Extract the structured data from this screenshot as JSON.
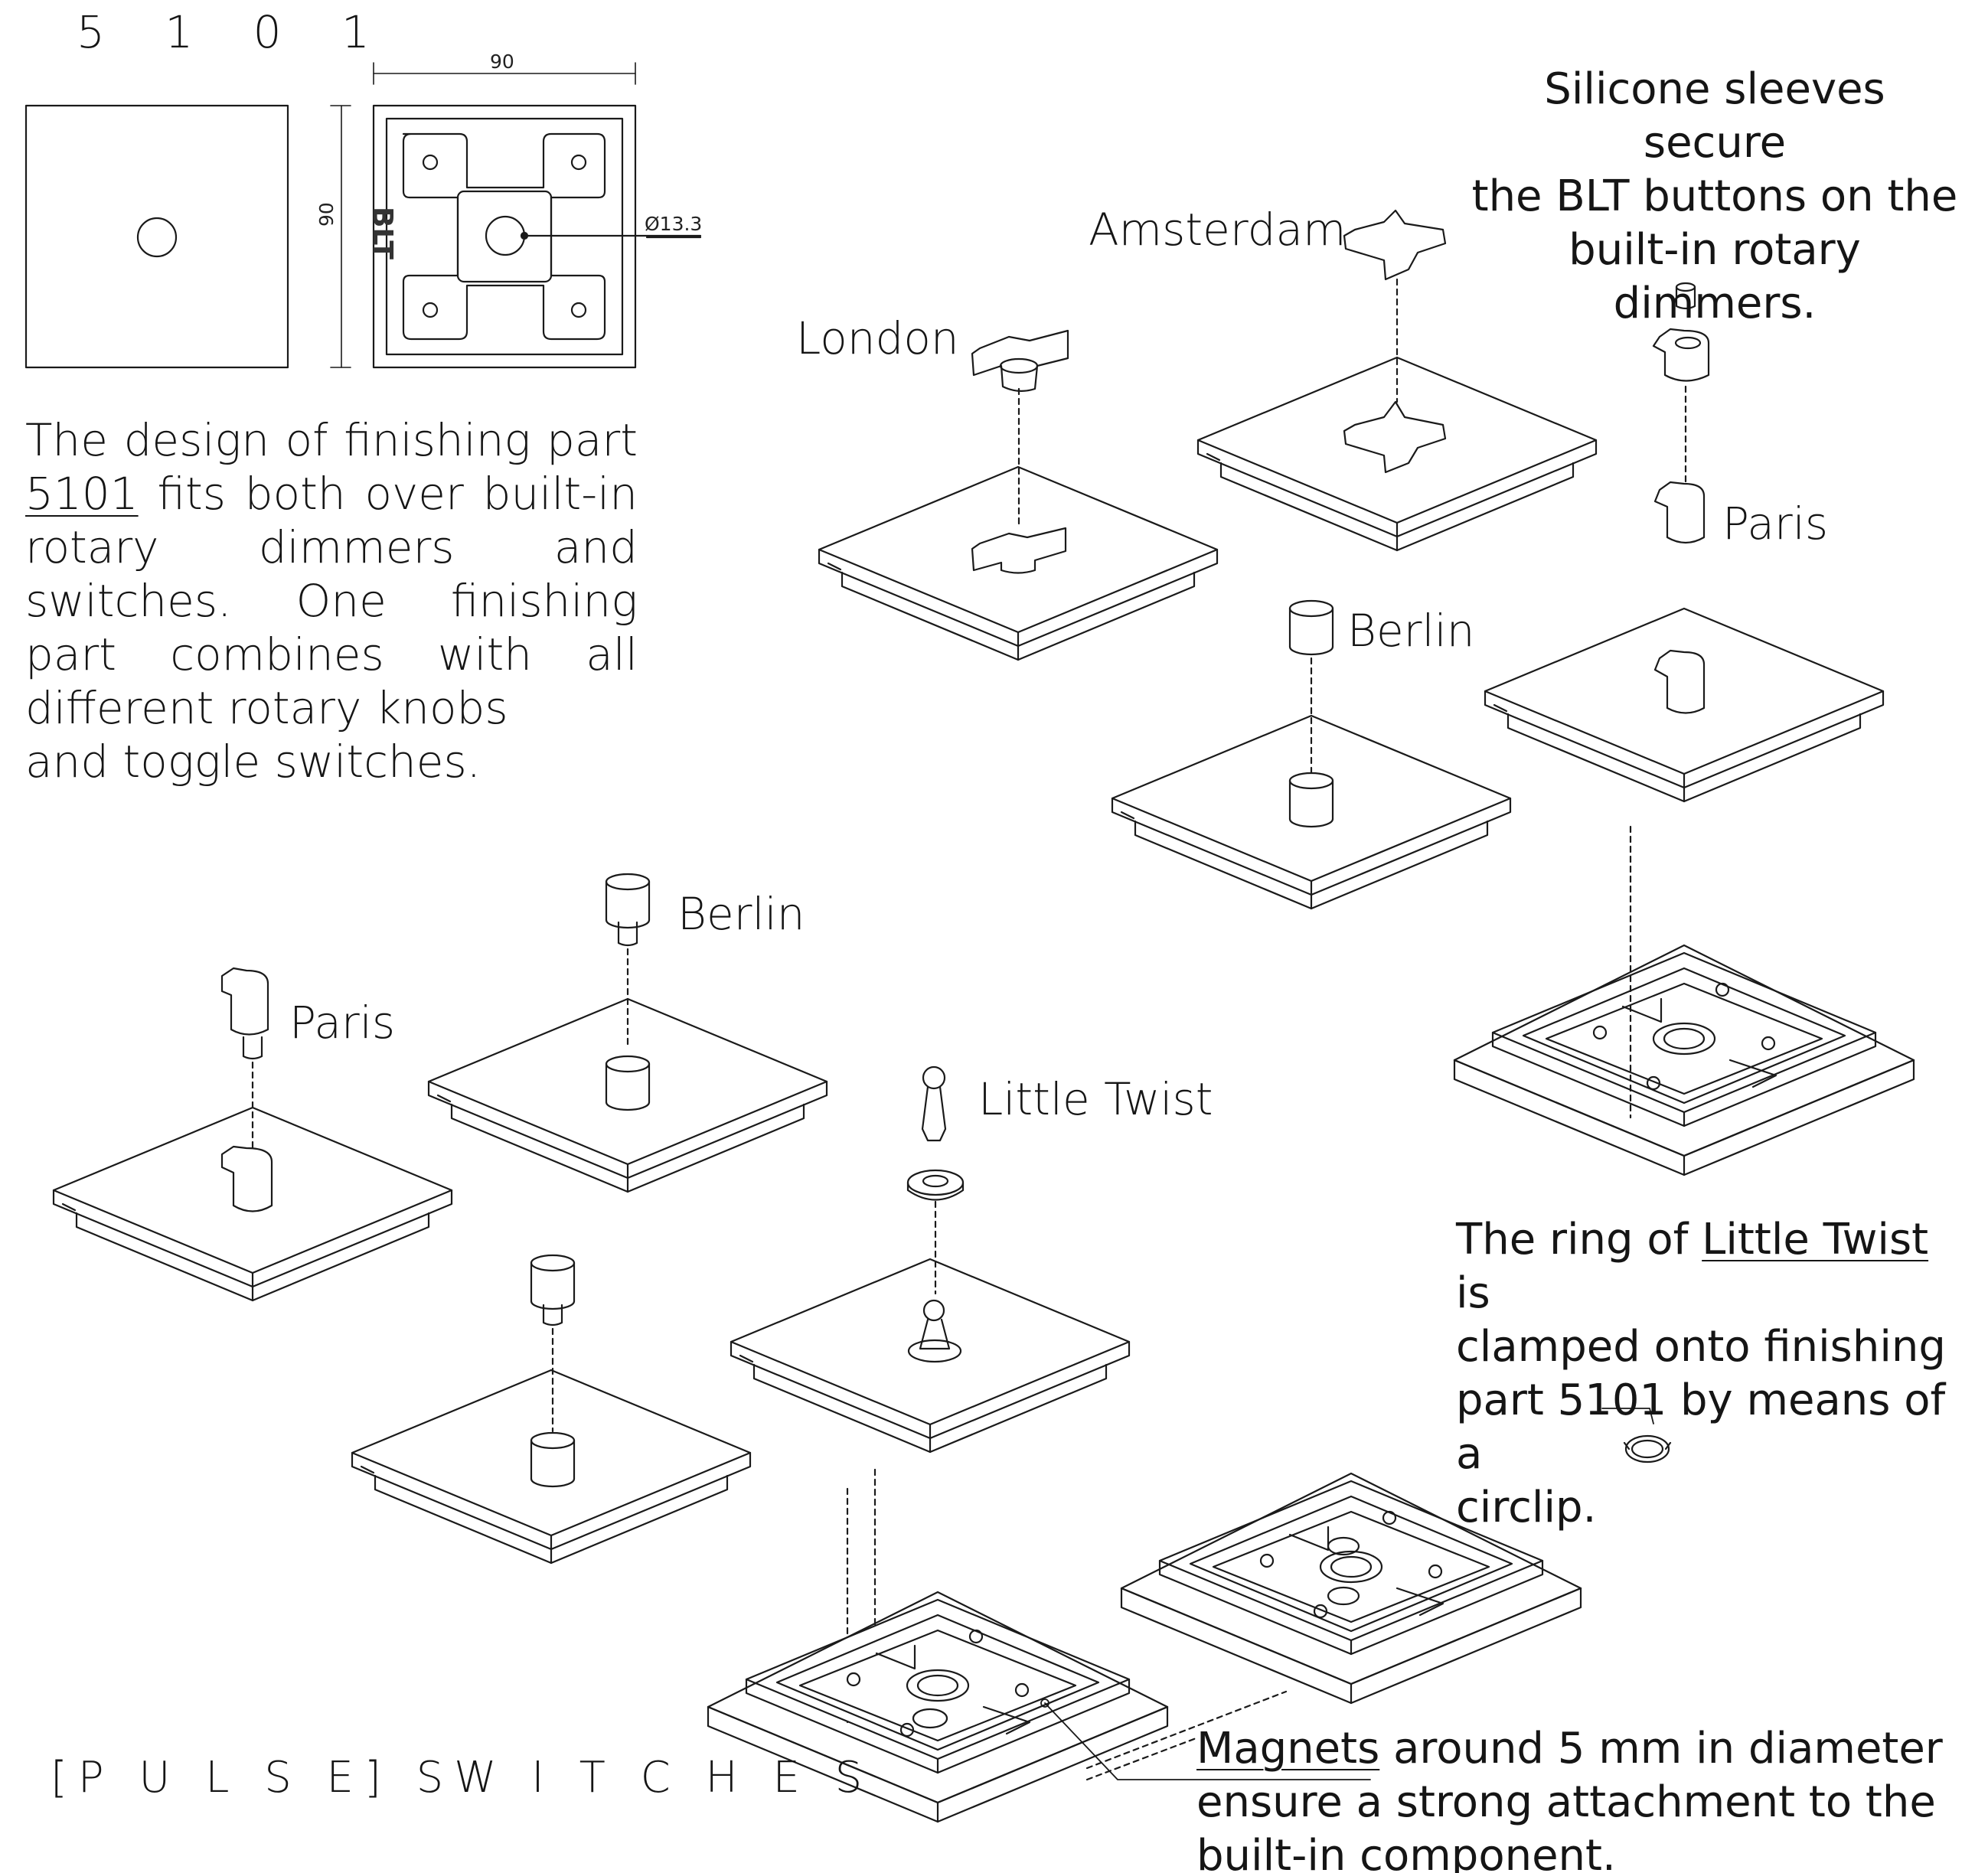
{
  "title": "5 1 0 1",
  "dimensions": {
    "width": "90",
    "height": "90",
    "diameter": "Ø13.3",
    "logo": "BLT"
  },
  "description": {
    "part1": "The design of finishing part",
    "part_link": "5101",
    "part2": "fits both over built-in rotary dimmers and switches. One finishing part combines with all different rotary knobs",
    "part3": "and toggle switches."
  },
  "labels": {
    "london": "London",
    "amsterdam": "Amsterdam",
    "paris_top": "Paris",
    "berlin_top": "Berlin",
    "berlin_bottom": "Berlin",
    "paris_bottom": "Paris",
    "little_twist": "Little Twist"
  },
  "silicone_note": {
    "line1": "Silicone sleeves secure",
    "line2": "the BLT buttons on the",
    "line3": "built-in rotary dimmers."
  },
  "ring_note": {
    "pre": "The ring of",
    "link": "Little Twist",
    "post": "is",
    "line2": "clamped onto finishing",
    "line3": "part 5101 by means of a",
    "line4": "circlip."
  },
  "magnet_note": {
    "link": "Magnets",
    "line1_rest": "around 5 mm in diameter",
    "line2": "ensure a strong attachment to the",
    "line3": "built-in component."
  },
  "footer": "[P U L S E] SW I T C H E S"
}
